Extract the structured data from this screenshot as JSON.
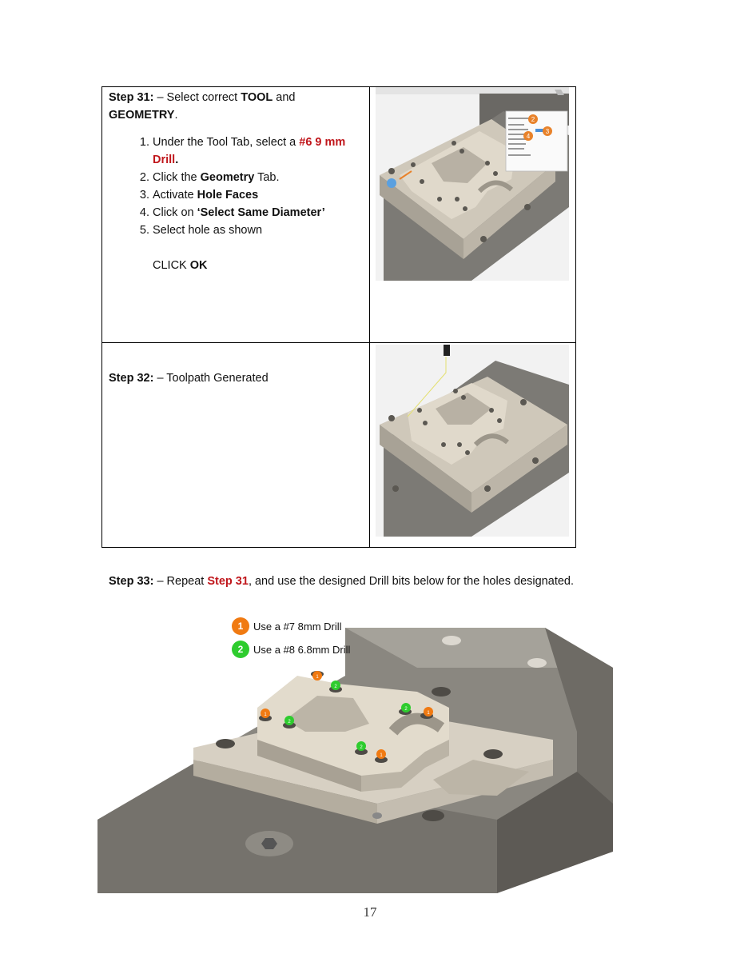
{
  "step31": {
    "label": "Step 31:",
    "dash": " – ",
    "intro_text": "Select correct ",
    "tool_word": "TOOL",
    "and_word": " and",
    "geometry_word": "GEOMETRY",
    "period": ".",
    "items": [
      {
        "pre": "Under the Tool Tab, select a ",
        "bold_red": "#6 9 mm Drill",
        "post": "."
      },
      {
        "pre": "Click the ",
        "bold": "Geometry",
        "post": " Tab."
      },
      {
        "pre": "Activate ",
        "bold": "Hole Faces",
        "post": ""
      },
      {
        "pre": "Click on ",
        "bold": "‘Select Same Diameter’",
        "post": ""
      },
      {
        "pre": "Select hole as shown",
        "bold": "",
        "post": ""
      }
    ],
    "click_text": "CLICK ",
    "ok_word": "OK"
  },
  "step31_image": {
    "callouts": [
      "2",
      "3",
      "4"
    ],
    "colors": {
      "callout": "#e8822a",
      "part": "#d8d1c4",
      "fixture": "#8f8c86"
    }
  },
  "step32": {
    "label": "Step 32:",
    "dash": " – ",
    "text": "Toolpath Generated"
  },
  "step33": {
    "label": "Step 33:",
    "dash": " – ",
    "pre": "Repeat ",
    "red": "Step 31",
    "post": ", and use the designed Drill bits below for the holes designated."
  },
  "legend": [
    {
      "num": "1",
      "text": "Use a #7 8mm Drill",
      "color": "#f07a12"
    },
    {
      "num": "2",
      "text": "Use a #8 6.8mm Drill",
      "color": "#2ecc2e"
    }
  ],
  "page_number": "17"
}
